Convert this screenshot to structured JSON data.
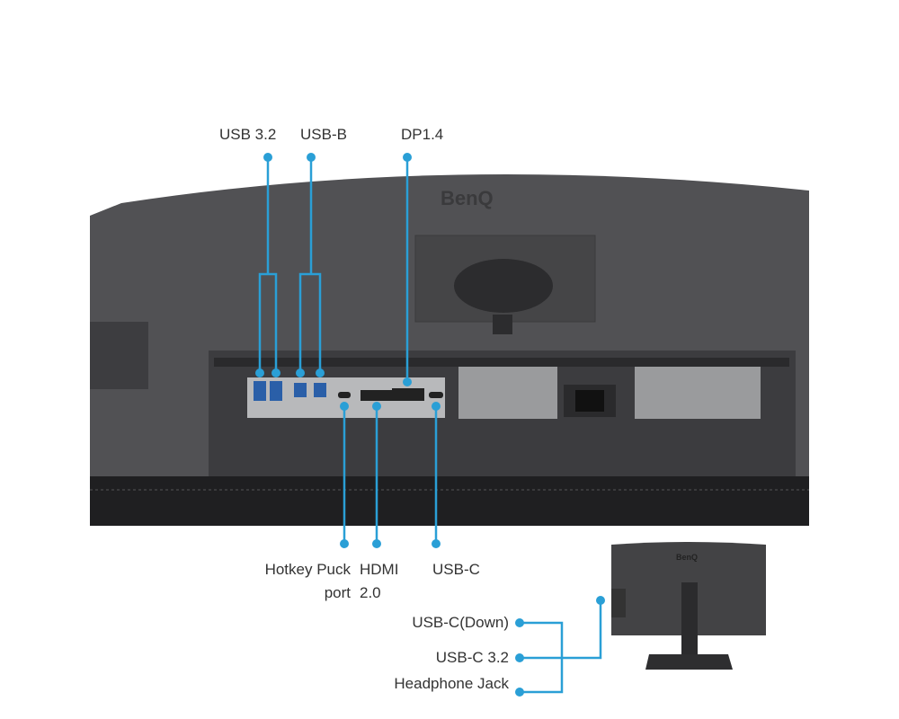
{
  "brand": "BenQ",
  "accent_color": "#2a9fd6",
  "top_labels": {
    "usb32": "USB 3.2",
    "usbb": "USB-B",
    "dp": "DP1.4"
  },
  "bottom_labels": {
    "hotkey_line1": "Hotkey Puck",
    "hotkey_line2": "port",
    "hdmi_line1": "HDMI",
    "hdmi_line2": "2.0",
    "usbc": "USB-C"
  },
  "side_labels": {
    "usbc_down": "USB-C(Down)",
    "usbc32": "USB-C 3.2",
    "headphone": "Headphone Jack"
  }
}
